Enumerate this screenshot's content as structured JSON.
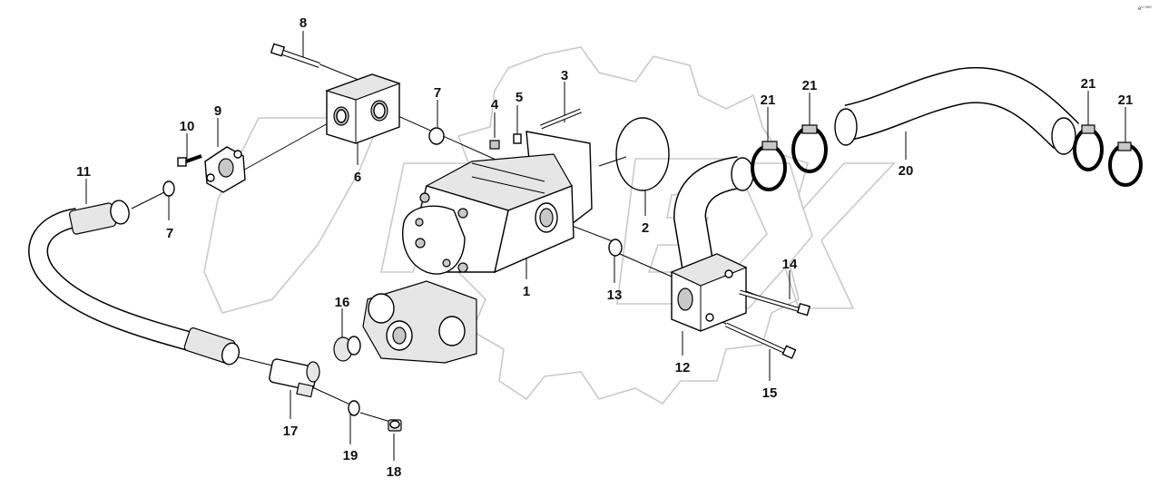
{
  "corner_code": "e⁰ ⁰⁰⁰",
  "callouts": [
    {
      "id": "c1",
      "text": "1"
    },
    {
      "id": "c2",
      "text": "2"
    },
    {
      "id": "c3",
      "text": "3"
    },
    {
      "id": "c4",
      "text": "4"
    },
    {
      "id": "c5",
      "text": "5"
    },
    {
      "id": "c6",
      "text": "6"
    },
    {
      "id": "c7a",
      "text": "7"
    },
    {
      "id": "c7b",
      "text": "7"
    },
    {
      "id": "c8",
      "text": "8"
    },
    {
      "id": "c9",
      "text": "9"
    },
    {
      "id": "c10",
      "text": "10"
    },
    {
      "id": "c11",
      "text": "11"
    },
    {
      "id": "c12",
      "text": "12"
    },
    {
      "id": "c13",
      "text": "13"
    },
    {
      "id": "c14",
      "text": "14"
    },
    {
      "id": "c15",
      "text": "15"
    },
    {
      "id": "c16",
      "text": "16"
    },
    {
      "id": "c17",
      "text": "17"
    },
    {
      "id": "c18",
      "text": "18"
    },
    {
      "id": "c19",
      "text": "19"
    },
    {
      "id": "c20",
      "text": "20"
    },
    {
      "id": "c21a",
      "text": "21"
    },
    {
      "id": "c21b",
      "text": "21"
    },
    {
      "id": "c21c",
      "text": "21"
    },
    {
      "id": "c21d",
      "text": "21"
    }
  ]
}
